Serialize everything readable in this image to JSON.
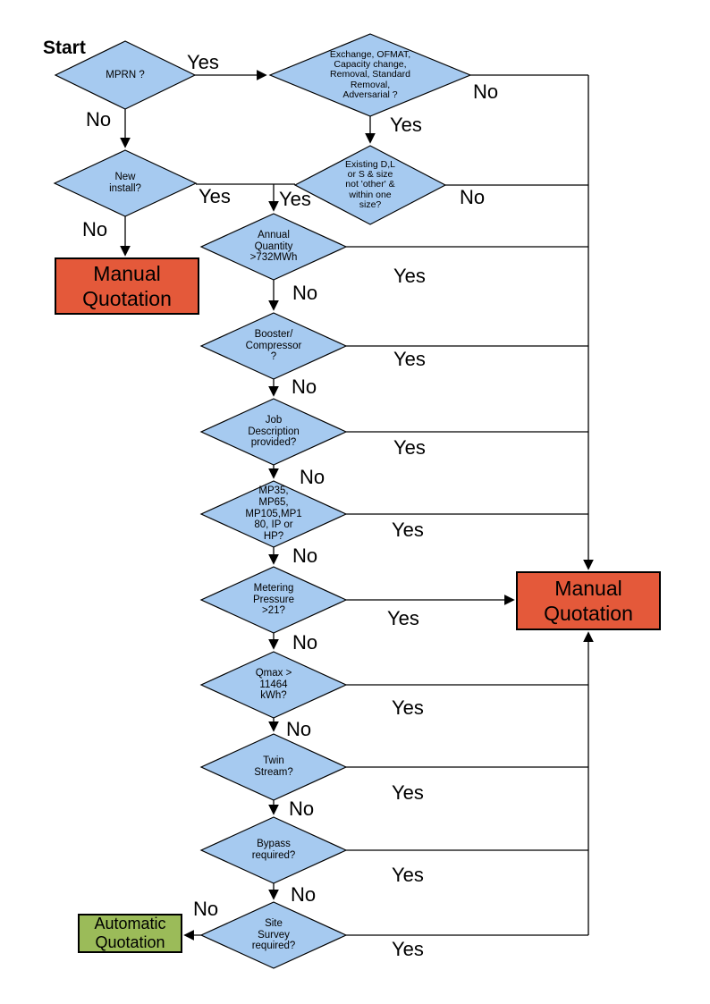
{
  "title_label": "Start",
  "colors": {
    "decision_fill": "#A6CAF0",
    "manual_fill": "#E4593A",
    "auto_fill": "#9BBB59",
    "line": "#000000"
  },
  "nodes": {
    "mprn": {
      "type": "decision",
      "label": "MPRN ?"
    },
    "exchange": {
      "type": "decision",
      "label": "Exchange, OFMAT,\nCapacity change,\nRemoval, Standard\nRemoval,\nAdversarial ?"
    },
    "new_install": {
      "type": "decision",
      "label": "New\ninstall?"
    },
    "existing": {
      "type": "decision",
      "label": "Existing D,L\nor S & size\nnot 'other' &\nwithin one\nsize?"
    },
    "annual": {
      "type": "decision",
      "label": "Annual\nQuantity\n>732MWh"
    },
    "booster": {
      "type": "decision",
      "label": "Booster/\nCompressor\n?"
    },
    "job": {
      "type": "decision",
      "label": "Job\nDescription\nprovided?"
    },
    "mp": {
      "type": "decision",
      "label": "MP35,\nMP65,\nMP105,MP1\n80, IP or\nHP?"
    },
    "metering": {
      "type": "decision",
      "label": "Metering\nPressure\n>21?"
    },
    "qmax": {
      "type": "decision",
      "label": "Qmax >\n11464\nkWh?"
    },
    "twin": {
      "type": "decision",
      "label": "Twin\nStream?"
    },
    "bypass": {
      "type": "decision",
      "label": "Bypass\nrequired?"
    },
    "survey": {
      "type": "decision",
      "label": "Site\nSurvey\nrequired?"
    },
    "manual_left": {
      "type": "terminal",
      "label": "Manual\nQuotation"
    },
    "manual_right": {
      "type": "terminal",
      "label": "Manual\nQuotation"
    },
    "auto": {
      "type": "terminal",
      "label": "Automatic\nQuotation"
    }
  },
  "edge_labels": {
    "mprn_yes": "Yes",
    "mprn_no": "No",
    "exchange_no": "No",
    "exchange_yes": "Yes",
    "newinstall_yes": "Yes",
    "newinstall_no": "No",
    "existing_yes": "Yes",
    "existing_no": "No",
    "annual_yes": "Yes",
    "annual_no": "No",
    "booster_yes": "Yes",
    "booster_no": "No",
    "job_yes": "Yes",
    "job_no": "No",
    "mp_yes": "Yes",
    "mp_no": "No",
    "metering_yes": "Yes",
    "metering_no": "No",
    "qmax_yes": "Yes",
    "qmax_no": "No",
    "twin_yes": "Yes",
    "twin_no": "No",
    "bypass_yes": "Yes",
    "bypass_no": "No",
    "survey_yes": "Yes",
    "survey_no": "No"
  }
}
